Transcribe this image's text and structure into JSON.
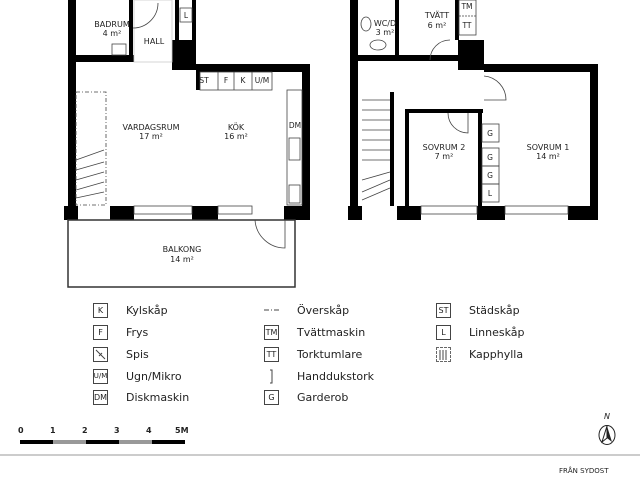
{
  "plan_left": {
    "rooms": [
      {
        "name": "BADRUM",
        "area": "4 m²"
      },
      {
        "name": "HALL",
        "area": ""
      },
      {
        "name": "VARDAGSRUM",
        "area": "17 m²"
      },
      {
        "name": "KÖK",
        "area": "16 m²"
      },
      {
        "name": "BALKONG",
        "area": "14 m²"
      }
    ],
    "fixtures": [
      "ST",
      "F",
      "K",
      "U/M",
      "DM",
      "L"
    ]
  },
  "plan_right": {
    "rooms": [
      {
        "name": "WC/D",
        "area": "3 m²"
      },
      {
        "name": "TVÄTT",
        "area": "6 m²"
      },
      {
        "name": "SOVRUM 2",
        "area": "7 m²"
      },
      {
        "name": "SOVRUM 1",
        "area": "14 m²"
      }
    ],
    "fixtures": [
      "TM",
      "TT",
      "G",
      "G",
      "G",
      "L"
    ]
  },
  "legend": {
    "col1": [
      {
        "symbol": "K",
        "label": "Kylskåp"
      },
      {
        "symbol": "F",
        "label": "Frys"
      },
      {
        "symbol": "spis-icon",
        "label": "Spis"
      },
      {
        "symbol": "U/M",
        "label": "Ugn/Mikro"
      },
      {
        "symbol": "DM",
        "label": "Diskmaskin"
      }
    ],
    "col2": [
      {
        "symbol": "dashdot-icon",
        "label": "Överskåp"
      },
      {
        "symbol": "TM",
        "label": "Tvättmaskin"
      },
      {
        "symbol": "TT",
        "label": "Torktumlare"
      },
      {
        "symbol": "towel-rail-icon",
        "label": "Handdukstork"
      },
      {
        "symbol": "G",
        "label": "Garderob"
      }
    ],
    "col3": [
      {
        "symbol": "ST",
        "label": "Städskåp"
      },
      {
        "symbol": "L",
        "label": "Linneskåp"
      },
      {
        "symbol": "coat-rack-icon",
        "label": "Kapphylla"
      }
    ]
  },
  "scale": {
    "ticks": [
      "0",
      "1",
      "2",
      "3",
      "4",
      "5M"
    ]
  },
  "compass": {
    "label": "N"
  },
  "footer": {
    "orientation": "FRÅN SYDOST"
  }
}
